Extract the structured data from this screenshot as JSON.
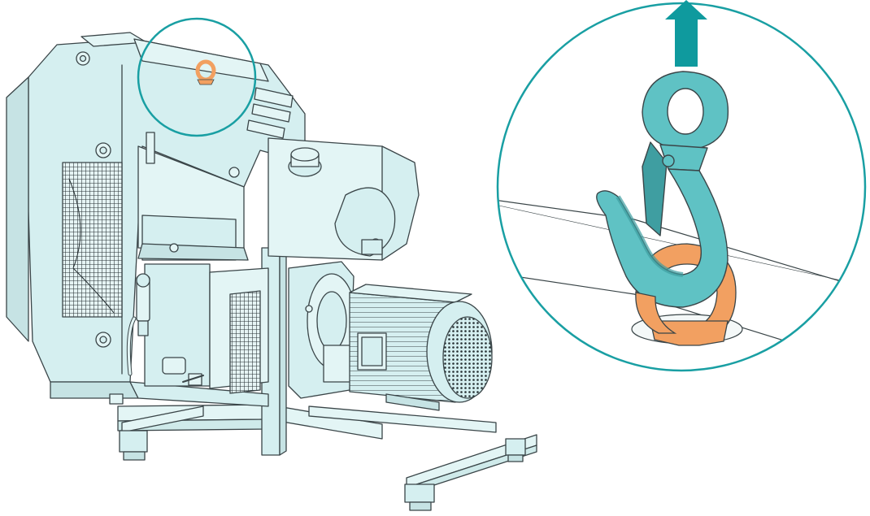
{
  "figure": {
    "machine": "vacuum-pump-unit",
    "lifting_point": "eyebolt",
    "lifting_device": "crane-hook",
    "lift_direction": "up"
  },
  "colors": {
    "body_fill": "#d5eff0",
    "body_fill_light": "#e3f5f5",
    "line": "#3a4548",
    "accent_teal": "#199fa3",
    "hook_fill": "#5fc2c4",
    "hook_dark": "#3f9ea1",
    "eyebolt_orange": "#f2a061",
    "grille": "#263033"
  },
  "icons": {
    "arrow": "lift-up-arrow-icon",
    "hook": "crane-hook-icon",
    "ring": "eyebolt-ring-icon"
  }
}
